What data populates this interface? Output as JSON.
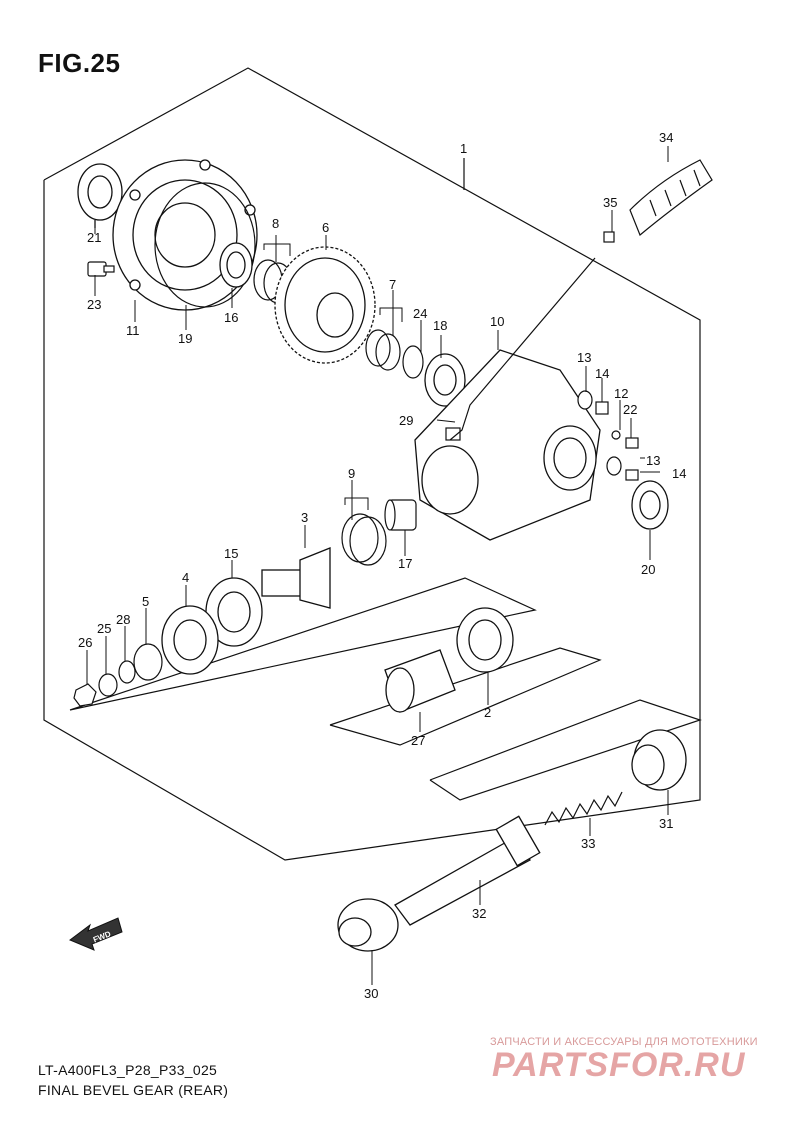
{
  "figure": {
    "title": "FIG.25"
  },
  "callouts": [
    {
      "id": "c1",
      "text": "1"
    },
    {
      "id": "c2",
      "text": "2"
    },
    {
      "id": "c3",
      "text": "3"
    },
    {
      "id": "c4",
      "text": "4"
    },
    {
      "id": "c5",
      "text": "5"
    },
    {
      "id": "c6",
      "text": "6"
    },
    {
      "id": "c7",
      "text": "7"
    },
    {
      "id": "c8",
      "text": "8"
    },
    {
      "id": "c9",
      "text": "9"
    },
    {
      "id": "c10",
      "text": "10"
    },
    {
      "id": "c11",
      "text": "11"
    },
    {
      "id": "c12",
      "text": "12"
    },
    {
      "id": "c13a",
      "text": "13"
    },
    {
      "id": "c13b",
      "text": "13"
    },
    {
      "id": "c14a",
      "text": "14"
    },
    {
      "id": "c14b",
      "text": "14"
    },
    {
      "id": "c15",
      "text": "15"
    },
    {
      "id": "c16",
      "text": "16"
    },
    {
      "id": "c17",
      "text": "17"
    },
    {
      "id": "c18",
      "text": "18"
    },
    {
      "id": "c19",
      "text": "19"
    },
    {
      "id": "c20",
      "text": "20"
    },
    {
      "id": "c21",
      "text": "21"
    },
    {
      "id": "c22",
      "text": "22"
    },
    {
      "id": "c23",
      "text": "23"
    },
    {
      "id": "c24",
      "text": "24"
    },
    {
      "id": "c25",
      "text": "25"
    },
    {
      "id": "c26",
      "text": "26"
    },
    {
      "id": "c27",
      "text": "27"
    },
    {
      "id": "c28",
      "text": "28"
    },
    {
      "id": "c29",
      "text": "29"
    },
    {
      "id": "c30",
      "text": "30"
    },
    {
      "id": "c31",
      "text": "31"
    },
    {
      "id": "c32",
      "text": "32"
    },
    {
      "id": "c33",
      "text": "33"
    },
    {
      "id": "c34",
      "text": "34"
    },
    {
      "id": "c35",
      "text": "35"
    }
  ],
  "fwd_label": "FWD",
  "footer": {
    "model_code": "LT-A400FL3_P28_P33_025",
    "caption": "FINAL BEVEL GEAR (REAR)"
  },
  "watermark": {
    "tagline": "ЗАПЧАСТИ И АКСЕССУАРЫ ДЛЯ МОТОТЕХНИКИ",
    "brand": "PARTSFOR.RU"
  }
}
